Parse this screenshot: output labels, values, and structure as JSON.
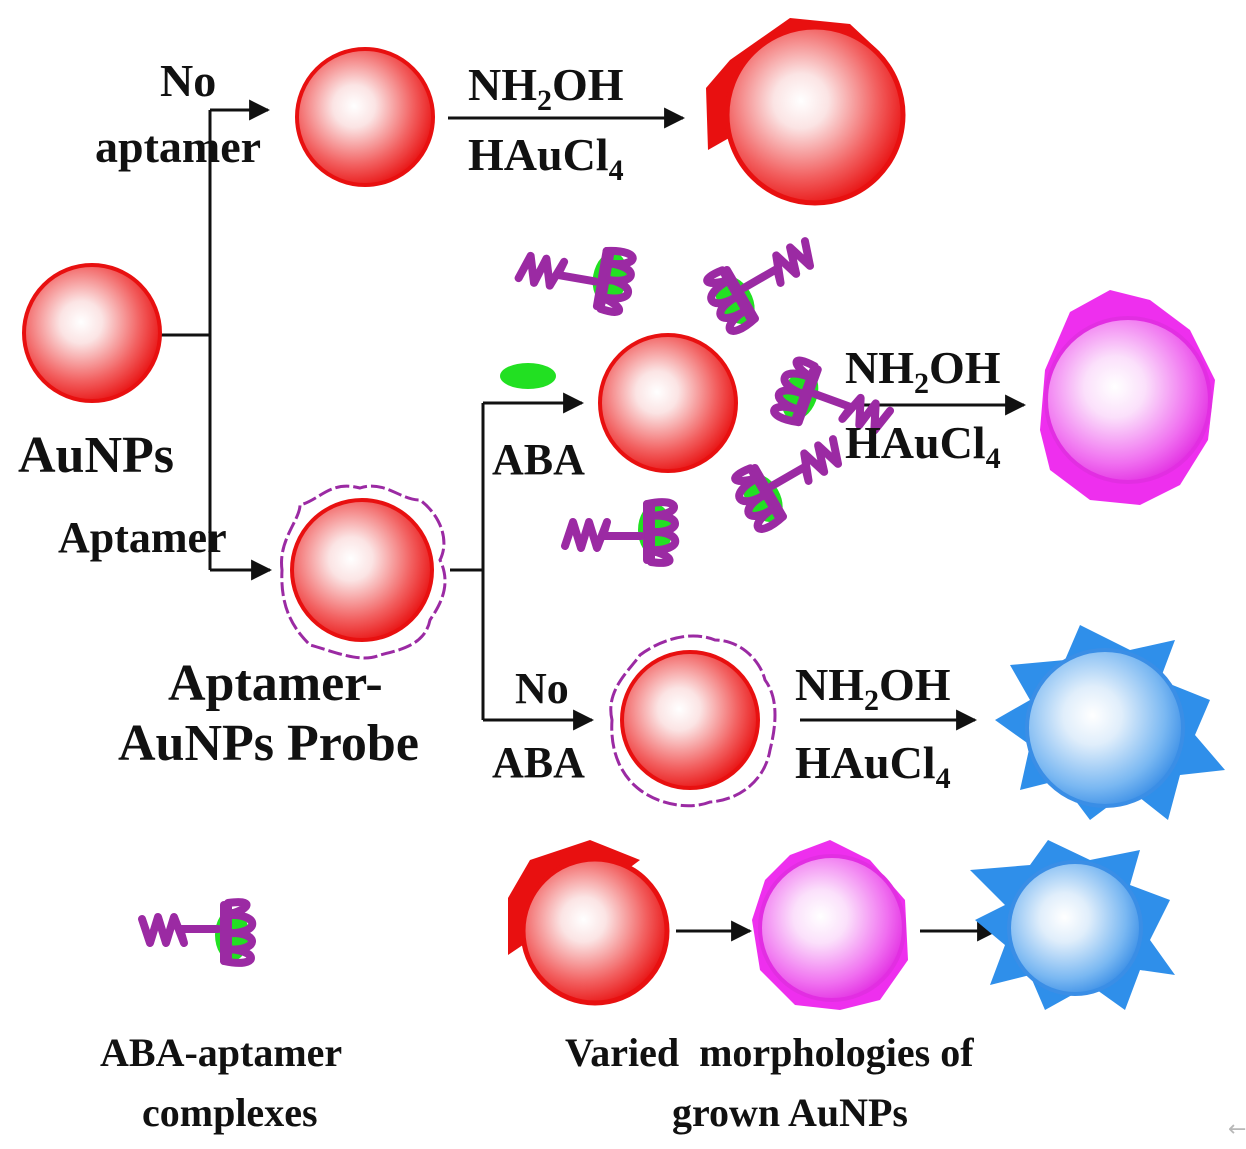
{
  "labels": {
    "no_aptamer_line1": "No",
    "no_aptamer_line2": "aptamer",
    "aunps": "AuNPs",
    "aptamer": "Aptamer",
    "probe_line1": "Aptamer-",
    "probe_line2": "AuNPs Probe",
    "aba": "ABA",
    "no_aba_line1": "No",
    "no_aba_line2": "ABA",
    "legend_complex_line1": "ABA-aptamer",
    "legend_complex_line2": "complexes",
    "legend_morph_line1": "Varied  morphologies of",
    "legend_morph_line2": "grown AuNPs"
  },
  "reagents": {
    "top_main": "NH",
    "top_sub": "2",
    "top_tail": "OH",
    "bottom_main": "HAuCl",
    "bottom_sub": "4"
  },
  "colors": {
    "red_particle": "#ee1c1c",
    "magenta_particle": "#ee2fee",
    "blue_particle": "#2f8fea",
    "aptamer_strand": "#9b2aa3",
    "aba_molecule": "#22e022",
    "arrow": "#111111"
  },
  "edge_glyph": "←"
}
